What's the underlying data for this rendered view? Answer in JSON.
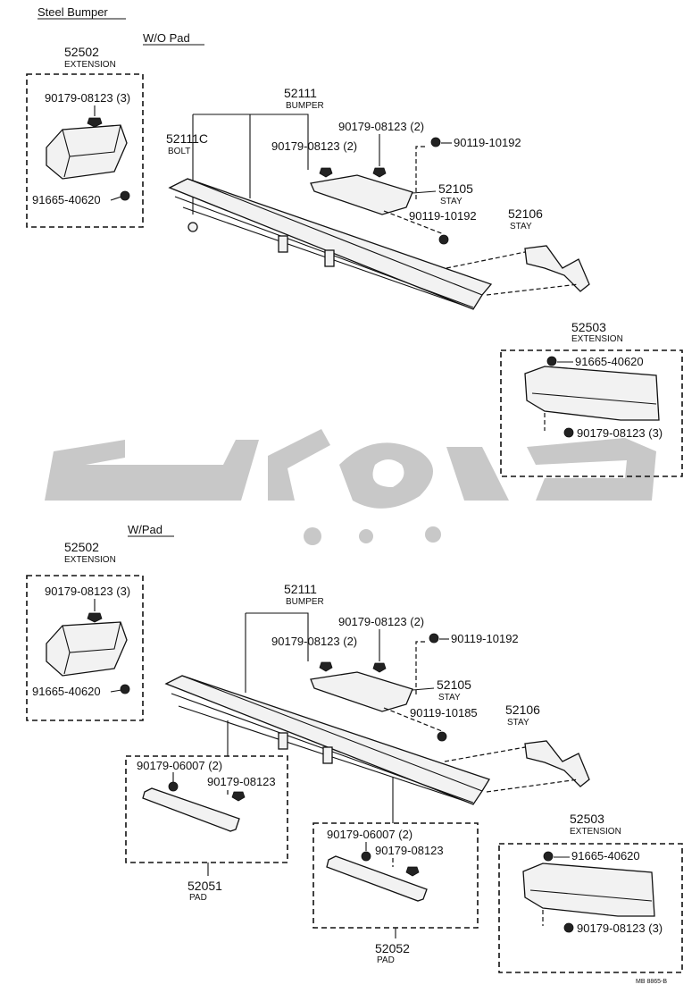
{
  "headings": {
    "steel_bumper": "Steel Bumper",
    "without_pad": "W/O Pad",
    "with_pad": "W/Pad"
  },
  "top": {
    "ext_left": {
      "number": "52502",
      "name": "EXTENSION",
      "nut": "90179-08123 (3)",
      "bolt": "91665-40620"
    },
    "bumper": {
      "number": "52111",
      "name": "BUMPER"
    },
    "bolt": {
      "number": "52111C",
      "name": "BOLT"
    },
    "nut_a": "90179-08123 (2)",
    "nut_b": "90179-08123 (2)",
    "bolt_top": "90119-10192",
    "bolt_mid": "90119-10192",
    "stay_left": {
      "number": "52105",
      "name": "STAY"
    },
    "stay_right": {
      "number": "52106",
      "name": "STAY"
    },
    "ext_right": {
      "number": "52503",
      "name": "EXTENSION",
      "bolt": "91665-40620",
      "nut": "90179-08123 (3)"
    }
  },
  "bottom": {
    "ext_left": {
      "number": "52502",
      "name": "EXTENSION",
      "nut": "90179-08123 (3)",
      "bolt": "91665-40620"
    },
    "bumper": {
      "number": "52111",
      "name": "BUMPER"
    },
    "nut_a": "90179-08123 (2)",
    "nut_b": "90179-08123 (2)",
    "bolt_top": "90119-10192",
    "bolt_mid": "90119-10185",
    "stay_left": {
      "number": "52105",
      "name": "STAY"
    },
    "stay_right": {
      "number": "52106",
      "name": "STAY"
    },
    "pad_left": {
      "number": "52051",
      "name": "PAD",
      "clip": "90179-06007 (2)",
      "nut": "90179-08123"
    },
    "pad_right": {
      "number": "52052",
      "name": "PAD",
      "clip": "90179-06007 (2)",
      "nut": "90179-08123"
    },
    "ext_right": {
      "number": "52503",
      "name": "EXTENSION",
      "bolt": "91665-40620",
      "nut": "90179-08123 (3)"
    }
  },
  "footer_code": "MB 8865-B",
  "watermark": {
    "color": "#c8c8c8"
  }
}
